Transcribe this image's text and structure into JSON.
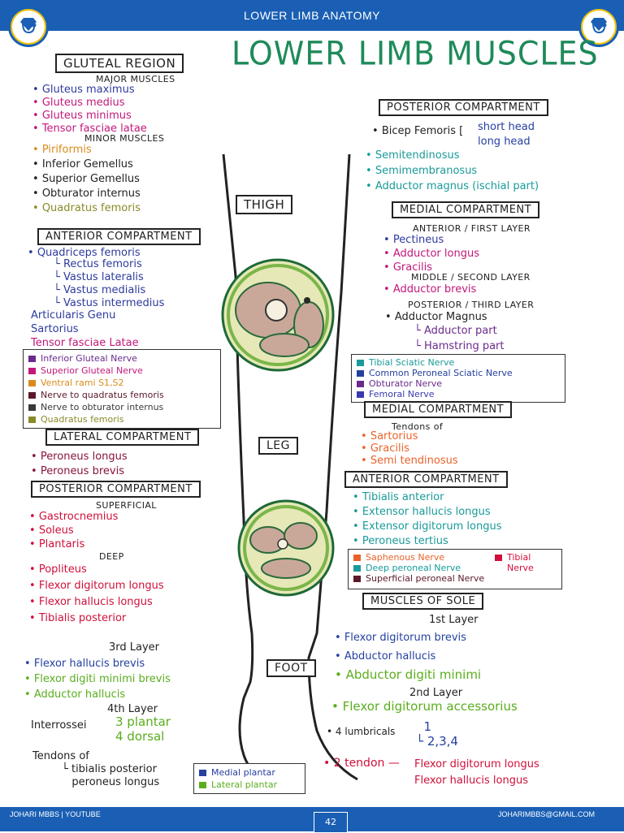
{
  "header": {
    "title": "LOWER LIMB ANATOMY"
  },
  "main_title": "LOWER LIMB MUSCLES",
  "gluteal": {
    "title": "GLUTEAL REGION",
    "major_label": "MAJOR MUSCLES",
    "major": [
      "Gluteus maximus",
      "Gluteus medius",
      "Gluteus minimus",
      "Tensor fasciae latae"
    ],
    "minor_label": "MINOR MUSCLES",
    "minor": [
      "Piriformis",
      "Inferior Gemellus",
      "Superior Gemellus",
      "Obturator internus",
      "Quadratus femoris"
    ]
  },
  "thigh_anterior": {
    "title": "ANTERIOR COMPARTMENT",
    "head": "Quadriceps femoris",
    "sub": [
      "Rectus femoris",
      "Vastus lateralis",
      "Vastus medialis",
      "Vastus intermedius"
    ],
    "others": [
      "Articularis Genu",
      "Sartorius",
      "Tensor fasciae Latae"
    ]
  },
  "gluteal_nerves": [
    {
      "label": "Inferior Gluteal Nerve",
      "color": "#6b2a8c"
    },
    {
      "label": "Superior Gluteal Nerve",
      "color": "#c2187b"
    },
    {
      "label": "Ventral rami S1,S2",
      "color": "#d98b1e"
    },
    {
      "label": "Nerve to quadratus femoris",
      "color": "#5a1a2a"
    },
    {
      "label": "Nerve to obturator internus",
      "color": "#3a3a3a"
    },
    {
      "label": "Quadratus femoris",
      "color": "#8a8a2a"
    }
  ],
  "leg_lateral": {
    "title": "LATERAL COMPARTMENT",
    "items": [
      "Peroneus longus",
      "Peroneus brevis"
    ]
  },
  "leg_posterior": {
    "title": "POSTERIOR COMPARTMENT",
    "superficial_label": "SUPERFICIAL",
    "superficial": [
      "Gastrocnemius",
      "Soleus",
      "Plantaris"
    ],
    "deep_label": "DEEP",
    "deep": [
      "Popliteus",
      "Flexor digitorum longus",
      "Flexor hallucis longus",
      "Tibialis posterior"
    ]
  },
  "sole_left": {
    "layer3_label": "3rd Layer",
    "layer3": [
      "Flexor hallucis brevis",
      "Flexor digiti minimi brevis",
      "Adductor hallucis"
    ],
    "layer4_label": "4th Layer",
    "interossei": "Interrossei",
    "interossei_sub": [
      "3 plantar",
      "4 dorsal"
    ],
    "tendons": "Tendons of",
    "tendons_sub": [
      "tibialis posterior",
      "peroneus longus"
    ]
  },
  "region_labels": {
    "thigh": "THIGH",
    "leg": "LEG",
    "foot": "FOOT"
  },
  "plantar_legend": [
    {
      "label": "Medial plantar",
      "color": "#2540a0"
    },
    {
      "label": "Lateral plantar",
      "color": "#5aae1e"
    }
  ],
  "thigh_posterior": {
    "title": "POSTERIOR COMPARTMENT",
    "bicep": "Bicep Femoris",
    "bicep_heads": [
      "short head",
      "long head"
    ],
    "items": [
      "Semitendinosus",
      "Semimembranosus",
      "Adductor magnus (ischial part)"
    ]
  },
  "thigh_medial": {
    "title": "MEDIAL COMPARTMENT",
    "first_label": "ANTERIOR / FIRST LAYER",
    "first": [
      "Pectineus",
      "Adductor longus",
      "Gracilis"
    ],
    "second_label": "MIDDLE / SECOND LAYER",
    "second": [
      "Adductor brevis"
    ],
    "third_label": "POSTERIOR / THIRD LAYER",
    "magnus": "Adductor Magnus",
    "magnus_parts": [
      "Adductor part",
      "Hamstring part"
    ]
  },
  "thigh_nerves": [
    {
      "label": "Tibial Sciatic Nerve",
      "color": "#1a9a9a"
    },
    {
      "label": "Common Peroneal Sciatic Nerve",
      "color": "#2540a0"
    },
    {
      "label": "Obturator Nerve",
      "color": "#6b2a8c"
    },
    {
      "label": "Femoral Nerve",
      "color": "#3a3ab0"
    }
  ],
  "leg_medial": {
    "title": "MEDIAL COMPARTMENT",
    "sub": "Tendons of",
    "items": [
      "Sartorius",
      "Gracilis",
      "Semi tendinosus"
    ]
  },
  "leg_anterior": {
    "title": "ANTERIOR COMPARTMENT",
    "items": [
      "Tibialis anterior",
      "Extensor hallucis longus",
      "Extensor digitorum longus",
      "Peroneus tertius"
    ]
  },
  "leg_nerves": [
    {
      "label": "Saphenous Nerve",
      "color": "#e8632a"
    },
    {
      "label": "Deep peroneal Nerve",
      "color": "#1a9a9a"
    },
    {
      "label": "Superficial peroneal Nerve",
      "color": "#5a1a2a"
    }
  ],
  "tibial_nerve": {
    "label": "Tibial Nerve",
    "color": "#d0103a"
  },
  "sole_right": {
    "title": "MUSCLES OF SOLE",
    "layer1_label": "1st Layer",
    "layer1": [
      "Flexor digitorum brevis",
      "Abductor hallucis",
      "Abductor digiti minimi"
    ],
    "layer2_label": "2nd Layer",
    "layer2": [
      "Flexor digitorum accessorius"
    ],
    "lumbricals": "4 lumbricals",
    "lumbricals_sub": [
      "1",
      "2,3,4"
    ],
    "tendon_prefix": "2 tendon —",
    "tendon_items": [
      "Flexor digitorum longus",
      "Flexor hallucis longus"
    ]
  },
  "footer": {
    "left": "JOHARI MBBS | YOUTUBE",
    "right": "JOHARIMBBS@GMAIL.COM",
    "page": "42"
  }
}
